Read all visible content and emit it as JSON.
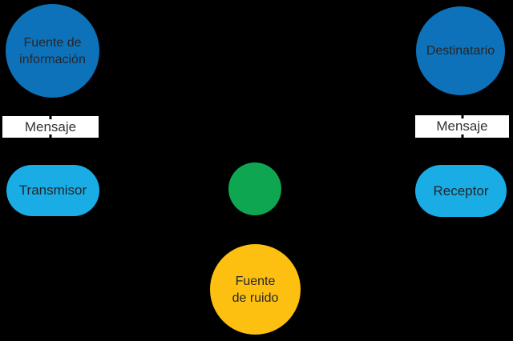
{
  "colors": {
    "background": "#000000",
    "node_dark_blue": "#0d72b9",
    "node_light_blue": "#19ace5",
    "node_green": "#0fa651",
    "node_yellow": "#fdc011",
    "message_box": "#ffffff",
    "text_dark": "#26262b"
  },
  "nodes": {
    "fuente_informacion": {
      "line1": "Fuente de",
      "line2": "información"
    },
    "destinatario": {
      "label": "Destinatario"
    },
    "mensaje_left": {
      "label": "Mensaje"
    },
    "mensaje_right": {
      "label": "Mensaje"
    },
    "transmisor": {
      "label": "Transmisor"
    },
    "receptor": {
      "label": "Receptor"
    },
    "fuente_ruido": {
      "line1": "Fuente",
      "line2": "de ruido"
    }
  }
}
